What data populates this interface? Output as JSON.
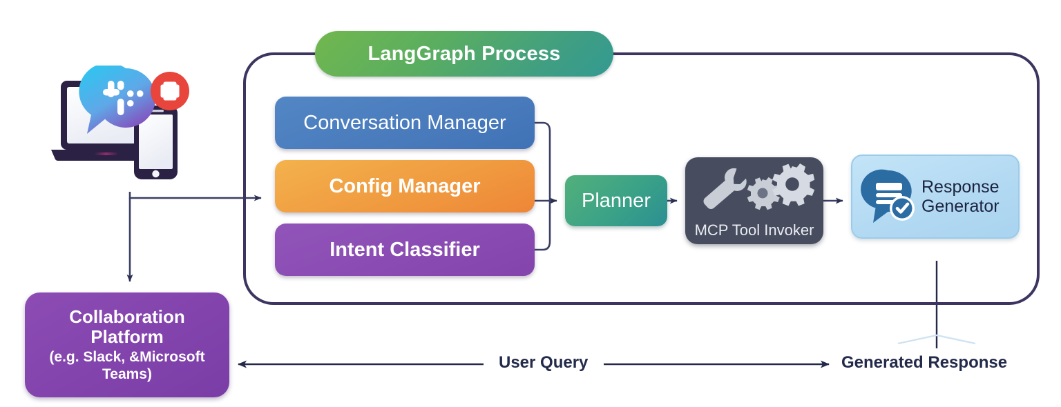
{
  "diagram": {
    "title": "LangGraph Process",
    "container_label": "LangGraph Process",
    "accent_colors": {
      "container_border": "#3d3560",
      "pill_green_start": "#72b74f",
      "pill_teal_end": "#339a92",
      "conversation_manager": "#4a7cbd",
      "config_manager": "#f0993f",
      "intent_classifier": "#8a4cb2",
      "planner_start": "#52b07b",
      "planner_end": "#2b8f92",
      "mcp_tool_invoker": "#474c5e",
      "response_generator": "#b2d9f2",
      "response_generator_icon": "#2b6ca3",
      "collaboration_platform": "#8344ad",
      "arrow": "#2b2f52",
      "plus_badge": "#e8453c"
    }
  },
  "nodes": {
    "conversation_manager": {
      "label": "Conversation Manager"
    },
    "config_manager": {
      "label": "Config Manager"
    },
    "intent_classifier": {
      "label": "Intent Classifier"
    },
    "planner": {
      "label": "Planner"
    },
    "mcp_tool_invoker": {
      "label": "MCP Tool Invoker",
      "icons": [
        "wrench-icon",
        "gear-icon",
        "gear-icon"
      ]
    },
    "response_generator": {
      "label_line1": "Response",
      "label_line2": "Generator",
      "icon": "speech-bubble-check-icon"
    },
    "collaboration_platform": {
      "title_line1": "Collaboration",
      "title_line2": "Platform",
      "subtitle_line1": "(e.g. Slack, &Microsoft",
      "subtitle_line2": "Teams)"
    },
    "client_devices": {
      "icons": [
        "laptop-icon",
        "smartphone-icon",
        "slack-bubble-icon",
        "plus-badge-icon"
      ]
    }
  },
  "edges": {
    "user_query": {
      "label": "User Query"
    },
    "generated_response": {
      "label": "Generated Response"
    }
  }
}
